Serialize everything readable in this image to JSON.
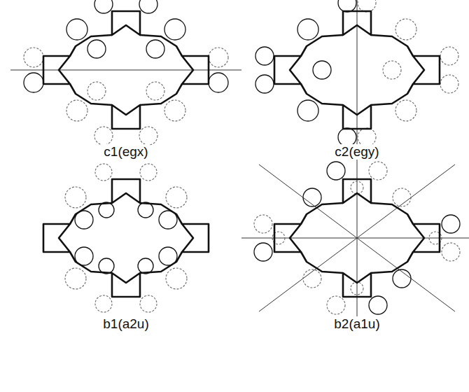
{
  "diagram": {
    "labels": [
      "c1(egx)",
      "c2(egy)",
      "b1(a2u)",
      "b2(a1u)"
    ]
  }
}
